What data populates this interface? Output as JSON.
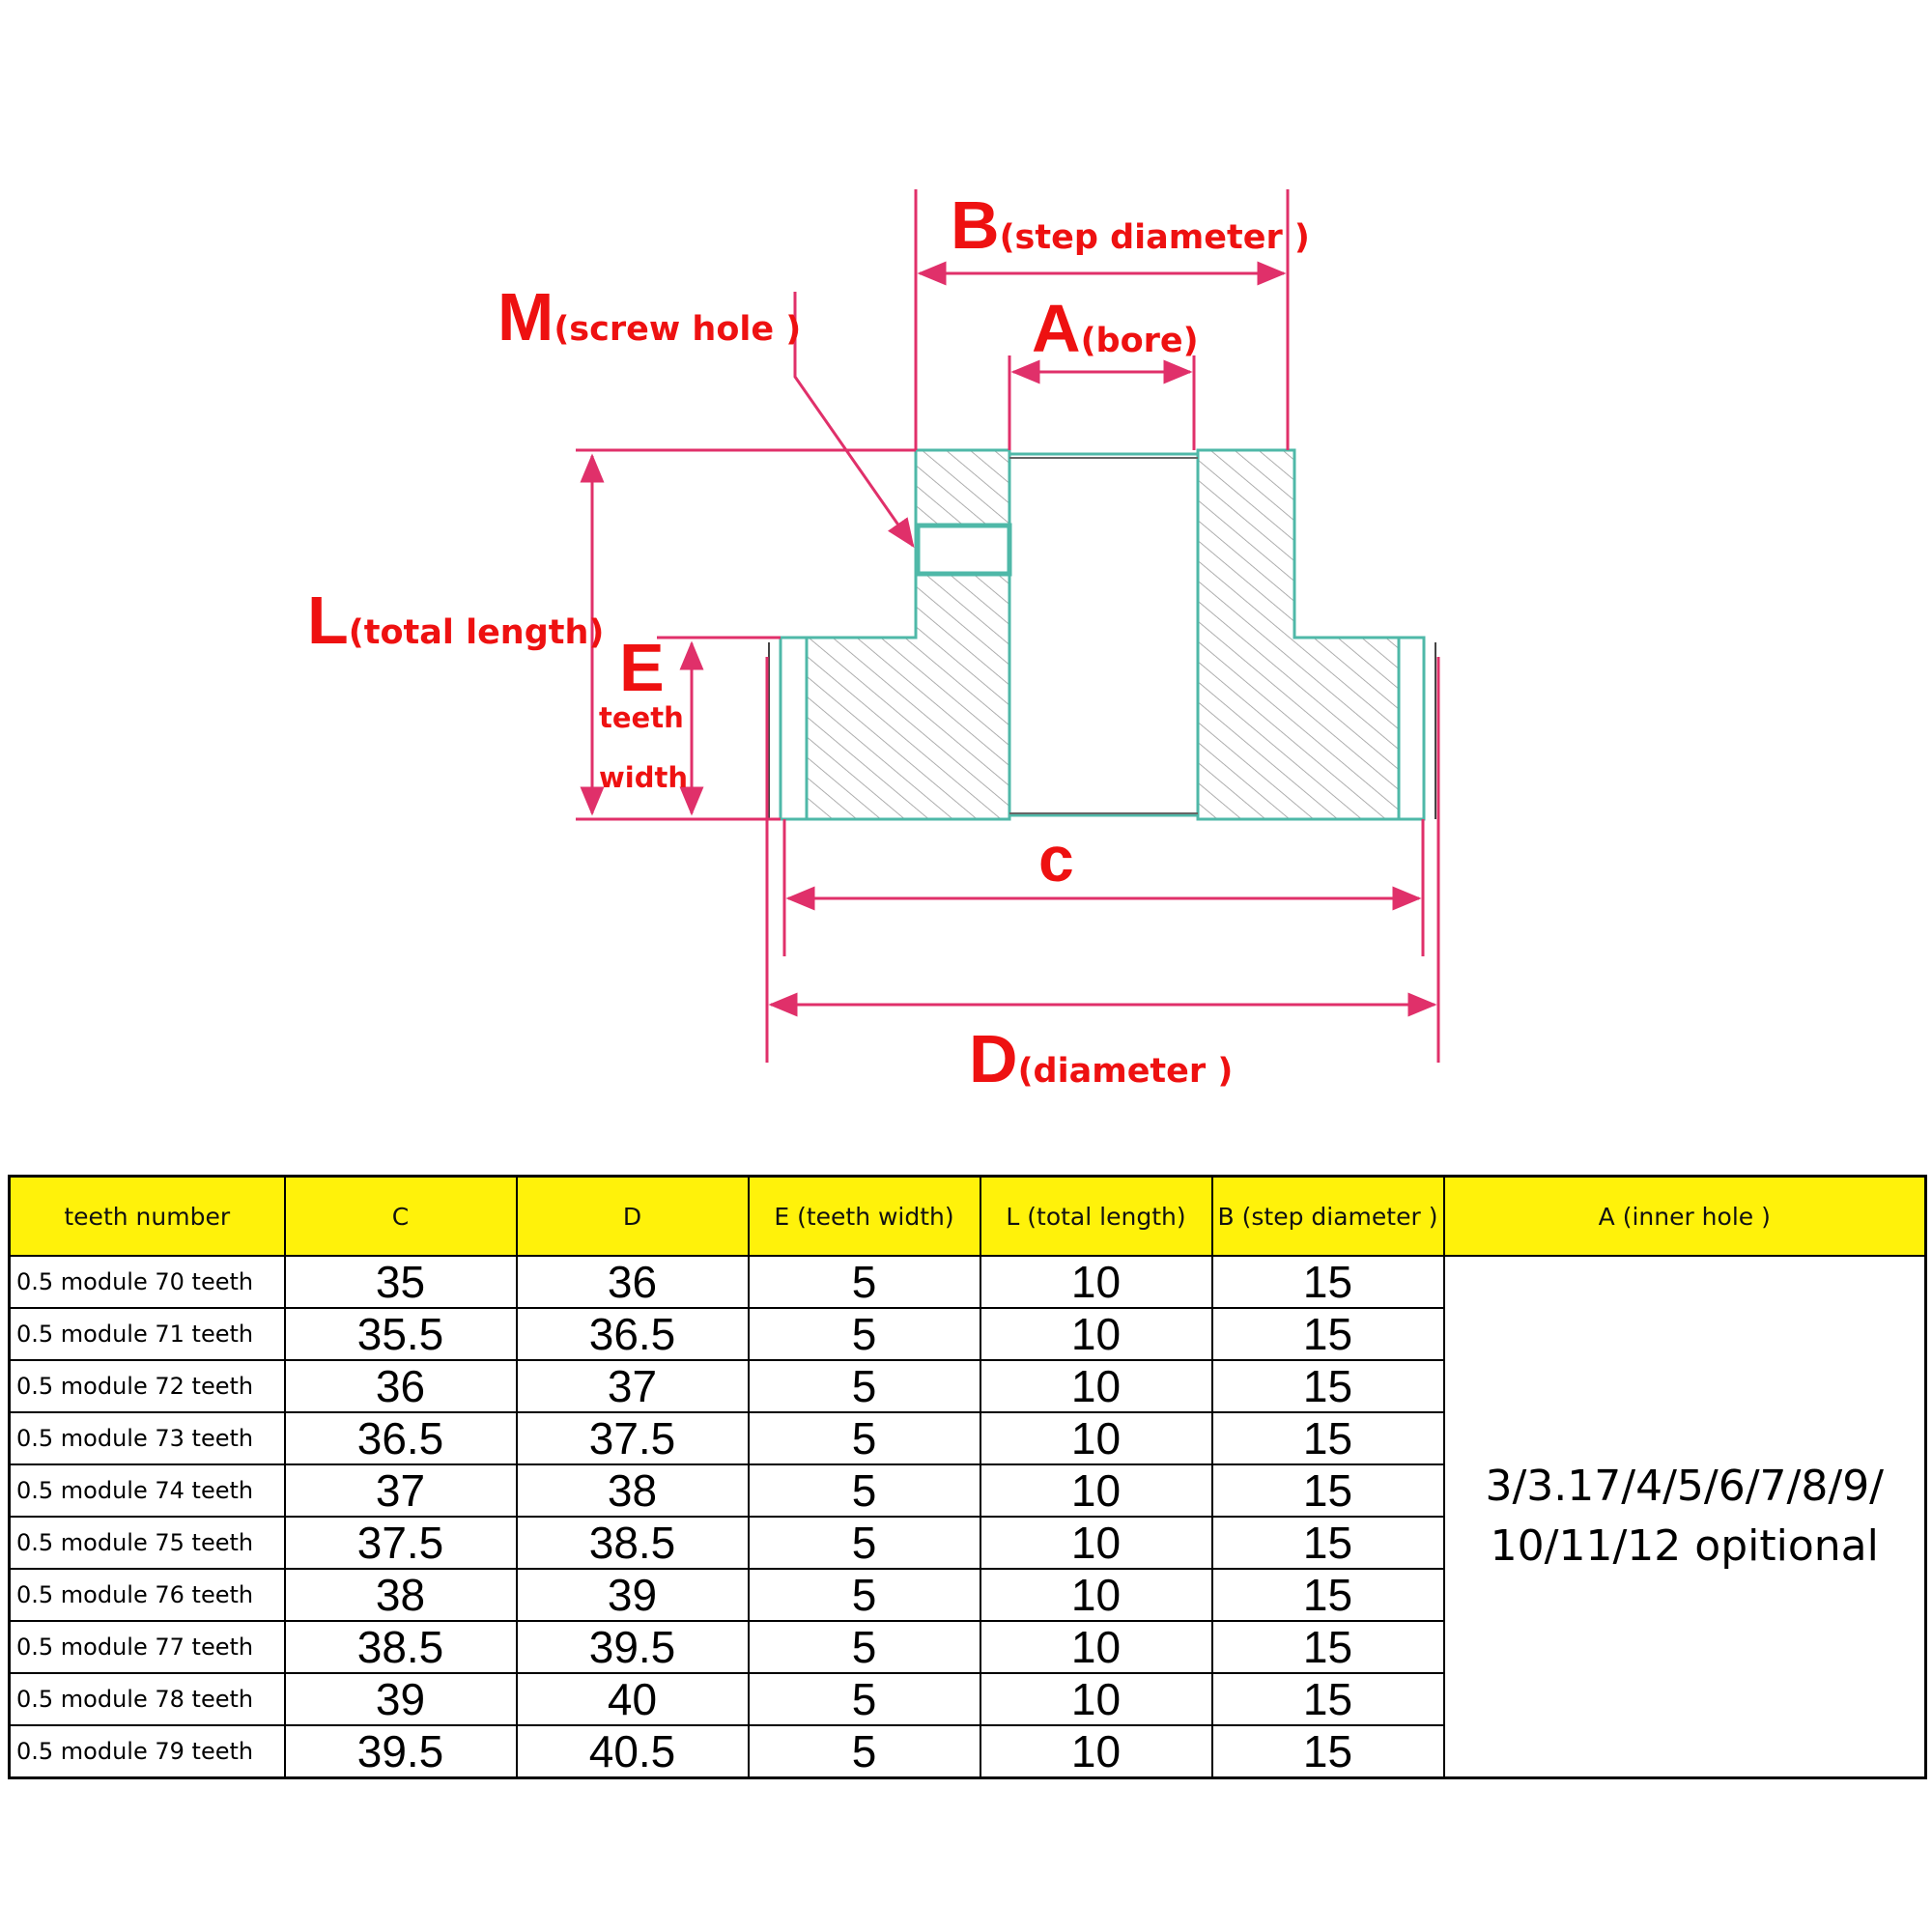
{
  "labels": {
    "b_letter": "B",
    "b_text": "(step diameter )",
    "m_letter": "M",
    "m_text": "(screw hole )",
    "a_letter": "A",
    "a_text": "(bore)",
    "l_letter": "L",
    "l_text": "(total length)",
    "e_letter": "E",
    "e_text1": "teeth",
    "e_text2": "width",
    "c_letter": "c",
    "d_letter": "D",
    "d_text": "(diameter )"
  },
  "colors": {
    "dimension": "#e0306a",
    "label": "#ee1111",
    "outline": "#4fb8a8",
    "hatch": "#9a9a9a",
    "header_bg": "#fff20a"
  },
  "table": {
    "headers": [
      "teeth number",
      "C",
      "D",
      "E (teeth width)",
      "L (total length)",
      "B (step diameter )",
      "A (inner hole )"
    ],
    "rows": [
      {
        "teeth": "0.5 module 70 teeth",
        "c": "35",
        "d": "36",
        "e": "5",
        "l": "10",
        "b": "15"
      },
      {
        "teeth": "0.5 module 71 teeth",
        "c": "35.5",
        "d": "36.5",
        "e": "5",
        "l": "10",
        "b": "15"
      },
      {
        "teeth": "0.5 module 72 teeth",
        "c": "36",
        "d": "37",
        "e": "5",
        "l": "10",
        "b": "15"
      },
      {
        "teeth": "0.5 module 73 teeth",
        "c": "36.5",
        "d": "37.5",
        "e": "5",
        "l": "10",
        "b": "15"
      },
      {
        "teeth": "0.5 module 74 teeth",
        "c": "37",
        "d": "38",
        "e": "5",
        "l": "10",
        "b": "15"
      },
      {
        "teeth": "0.5 module 75 teeth",
        "c": "37.5",
        "d": "38.5",
        "e": "5",
        "l": "10",
        "b": "15"
      },
      {
        "teeth": "0.5 module 76 teeth",
        "c": "38",
        "d": "39",
        "e": "5",
        "l": "10",
        "b": "15"
      },
      {
        "teeth": "0.5 module 77 teeth",
        "c": "38.5",
        "d": "39.5",
        "e": "5",
        "l": "10",
        "b": "15"
      },
      {
        "teeth": "0.5 module 78 teeth",
        "c": "39",
        "d": "40",
        "e": "5",
        "l": "10",
        "b": "15"
      },
      {
        "teeth": "0.5 module 79 teeth",
        "c": "39.5",
        "d": "40.5",
        "e": "5",
        "l": "10",
        "b": "15"
      }
    ],
    "inner_hole_line1": "3/3.17/4/5/6/7/8/9/",
    "inner_hole_line2": "10/11/12 opitional"
  }
}
